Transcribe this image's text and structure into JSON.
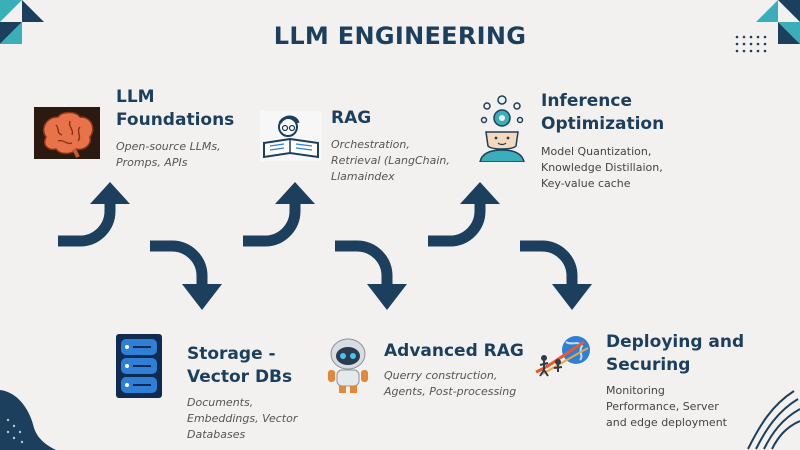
{
  "title": "LLM ENGINEERING",
  "colors": {
    "primary": "#1d3f5e",
    "accent_teal": "#3aafb9",
    "background": "#f2f1ef"
  },
  "steps": [
    {
      "title": [
        "LLM",
        "Foundations"
      ],
      "desc": [
        "Open-source LLMs,",
        "Promps, APIs"
      ],
      "icon": "brain-icon"
    },
    {
      "title": [
        "Storage -",
        "Vector DBs"
      ],
      "desc": [
        "Documents,",
        "Embeddings, Vector",
        "Databases"
      ],
      "icon": "database-icon"
    },
    {
      "title": [
        "RAG"
      ],
      "desc": [
        "Orchestration,",
        "Retrieval (LangChain,",
        "Llamaindex"
      ],
      "icon": "reading-book-icon"
    },
    {
      "title": [
        "Advanced RAG"
      ],
      "desc": [
        "Querry construction,",
        "Agents, Post-processing"
      ],
      "icon": "robot-icon"
    },
    {
      "title": [
        "Inference",
        "Optimization"
      ],
      "desc": [
        "Model Quantization,",
        "Knowledge Distillaion,",
        "Key-value cache"
      ],
      "icon": "head-gears-icon"
    },
    {
      "title": [
        "Deploying and",
        "Securing"
      ],
      "desc": [
        "Monitoring",
        "Performance, Server",
        "and edge deployment"
      ],
      "icon": "rocket-launch-icon"
    }
  ]
}
